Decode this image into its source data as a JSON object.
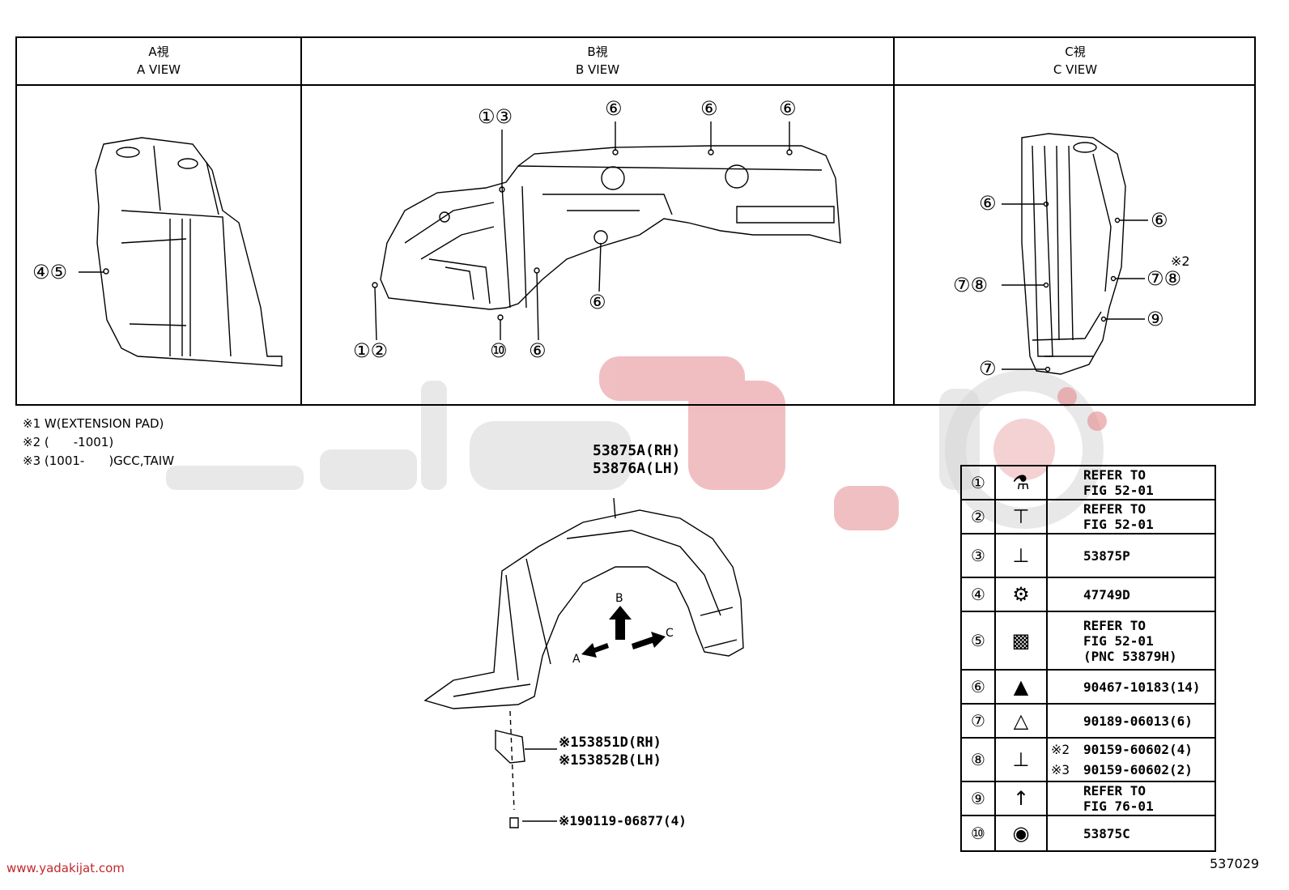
{
  "views": {
    "a": {
      "jp": "A視",
      "en": "A VIEW"
    },
    "b": {
      "jp": "B視",
      "en": "B VIEW"
    },
    "c": {
      "jp": "C視",
      "en": "C VIEW"
    }
  },
  "callouts": {
    "a_45": "④⑤",
    "b_13": "①③",
    "b_6a": "⑥",
    "b_6b": "⑥",
    "b_6c": "⑥",
    "b_6d": "⑥",
    "b_6e": "⑥",
    "b_12": "①②",
    "b_10": "⑩",
    "c_6a": "⑥",
    "c_6b": "⑥",
    "c_78a": "⑦⑧",
    "c_78b": "⑦⑧",
    "c_x2": "※2",
    "c_9": "⑨",
    "c_7": "⑦"
  },
  "notes": [
    "※1 W(EXTENSION PAD)",
    "※2 (　　-1001)",
    "※3 (1001-　　)GCC,TAIW"
  ],
  "main_part": {
    "rh": "53875A(RH)",
    "lh": "53876A(LH)"
  },
  "pad_part": {
    "rh": "※153851D(RH)",
    "lh": "※153852B(LH)"
  },
  "bolt_part": "※190119-06877(4)",
  "arrows": {
    "a": "A",
    "b": "B",
    "c": "C"
  },
  "legend": [
    {
      "num": "①",
      "icon": "clip-icon",
      "lines": [
        "REFER TO",
        "FIG 52-01"
      ]
    },
    {
      "num": "②",
      "icon": "screw-clip-icon",
      "lines": [
        "REFER TO",
        "FIG 52-01"
      ]
    },
    {
      "num": "③",
      "icon": "bolt-icon",
      "lines": [
        "53875P"
      ]
    },
    {
      "num": "④",
      "icon": "retainer-icon",
      "lines": [
        "47749D"
      ]
    },
    {
      "num": "⑤",
      "icon": "nut-clip-icon",
      "lines": [
        "REFER TO",
        "FIG 52-01",
        "(PNC 53879H)"
      ]
    },
    {
      "num": "⑥",
      "icon": "push-clip-icon",
      "lines": [
        "90467-10183(14)"
      ]
    },
    {
      "num": "⑦",
      "icon": "nut-icon",
      "lines": [
        "90189-06013(6)"
      ]
    },
    {
      "num": "⑧",
      "icon": "screw-icon",
      "marked": [
        {
          "mark": "※2",
          "text": "90159-60602(4)"
        },
        {
          "mark": "※3",
          "text": "90159-60602(2)"
        }
      ]
    },
    {
      "num": "⑨",
      "icon": "fir-tree-clip-icon",
      "lines": [
        "REFER TO",
        "FIG 76-01"
      ]
    },
    {
      "num": "⑩",
      "icon": "grommet-icon",
      "lines": [
        "53875C"
      ]
    }
  ],
  "website": "www.yadakijat.com",
  "figure_number": "537029"
}
